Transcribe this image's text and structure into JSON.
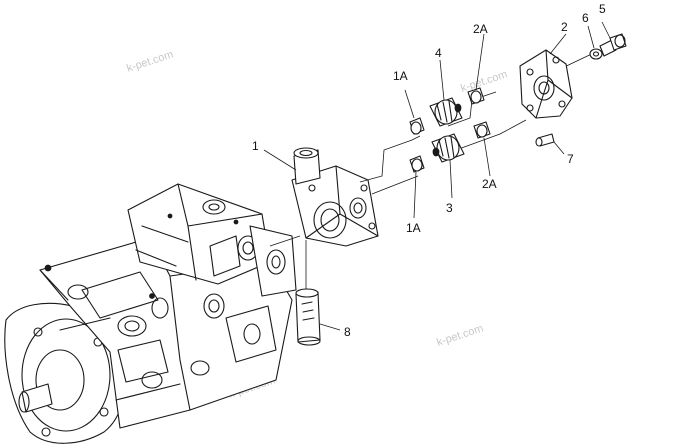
{
  "callouts": {
    "c1": "1",
    "c1a_top": "1A",
    "c1a_bottom": "1A",
    "c2": "2",
    "c2a_top": "2A",
    "c2a_bottom": "2A",
    "c3": "3",
    "c4": "4",
    "c5": "5",
    "c6": "6",
    "c7": "7",
    "c8": "8"
  },
  "watermarks": {
    "w1": "k-pet.com",
    "w2": "k-pet.com",
    "w3": "k-pet.com",
    "w4": "k-pet.com"
  }
}
